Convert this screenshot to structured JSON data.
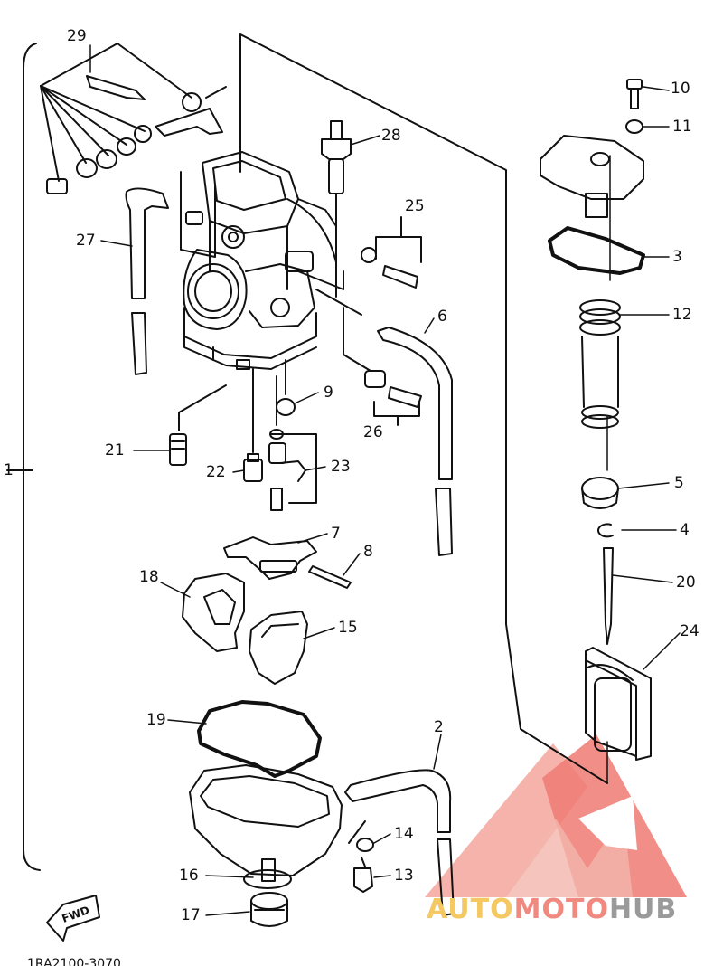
{
  "callouts": [
    {
      "id": "c1",
      "text": "1"
    },
    {
      "id": "c2",
      "text": "2"
    },
    {
      "id": "c3",
      "text": "3"
    },
    {
      "id": "c4",
      "text": "4"
    },
    {
      "id": "c5",
      "text": "5"
    },
    {
      "id": "c6",
      "text": "6"
    },
    {
      "id": "c7",
      "text": "7"
    },
    {
      "id": "c8",
      "text": "8"
    },
    {
      "id": "c9",
      "text": "9"
    },
    {
      "id": "c10",
      "text": "10"
    },
    {
      "id": "c11",
      "text": "11"
    },
    {
      "id": "c12",
      "text": "12"
    },
    {
      "id": "c13",
      "text": "13"
    },
    {
      "id": "c14",
      "text": "14"
    },
    {
      "id": "c15",
      "text": "15"
    },
    {
      "id": "c16",
      "text": "16"
    },
    {
      "id": "c17",
      "text": "17"
    },
    {
      "id": "c18",
      "text": "18"
    },
    {
      "id": "c19",
      "text": "19"
    },
    {
      "id": "c20",
      "text": "20"
    },
    {
      "id": "c21",
      "text": "21"
    },
    {
      "id": "c22",
      "text": "22"
    },
    {
      "id": "c23",
      "text": "23"
    },
    {
      "id": "c24",
      "text": "24"
    },
    {
      "id": "c25",
      "text": "25"
    },
    {
      "id": "c26",
      "text": "26"
    },
    {
      "id": "c27",
      "text": "27"
    },
    {
      "id": "c28",
      "text": "28"
    },
    {
      "id": "c29",
      "text": "29"
    }
  ],
  "fwd_label": "FWD",
  "diagram_code": "1RA2100-3070",
  "watermark": {
    "part1": "AUTO",
    "part2": "MOTO",
    "part3": "HUB",
    "color_auto": "#f4c862",
    "color_moto": "#f08a80",
    "color_hub": "#9a9a9a",
    "logo_color": "#ef7a72"
  }
}
